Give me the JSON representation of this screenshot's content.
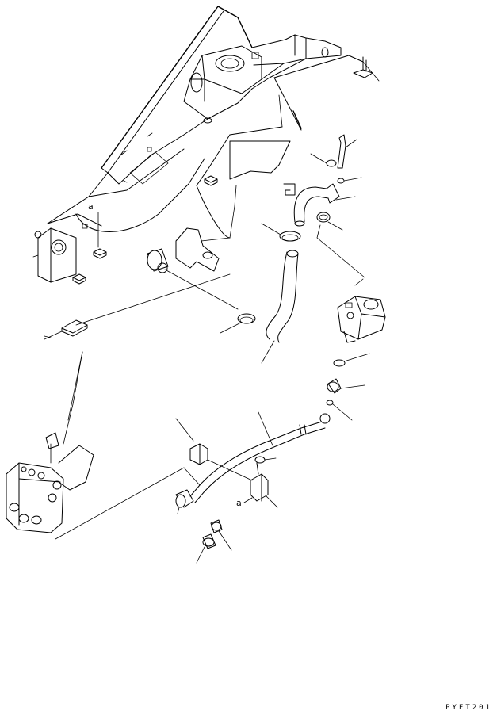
{
  "labels": {
    "callout_a_top": "a",
    "callout_a_bottom": "a"
  },
  "figure_code": "PYFT201"
}
